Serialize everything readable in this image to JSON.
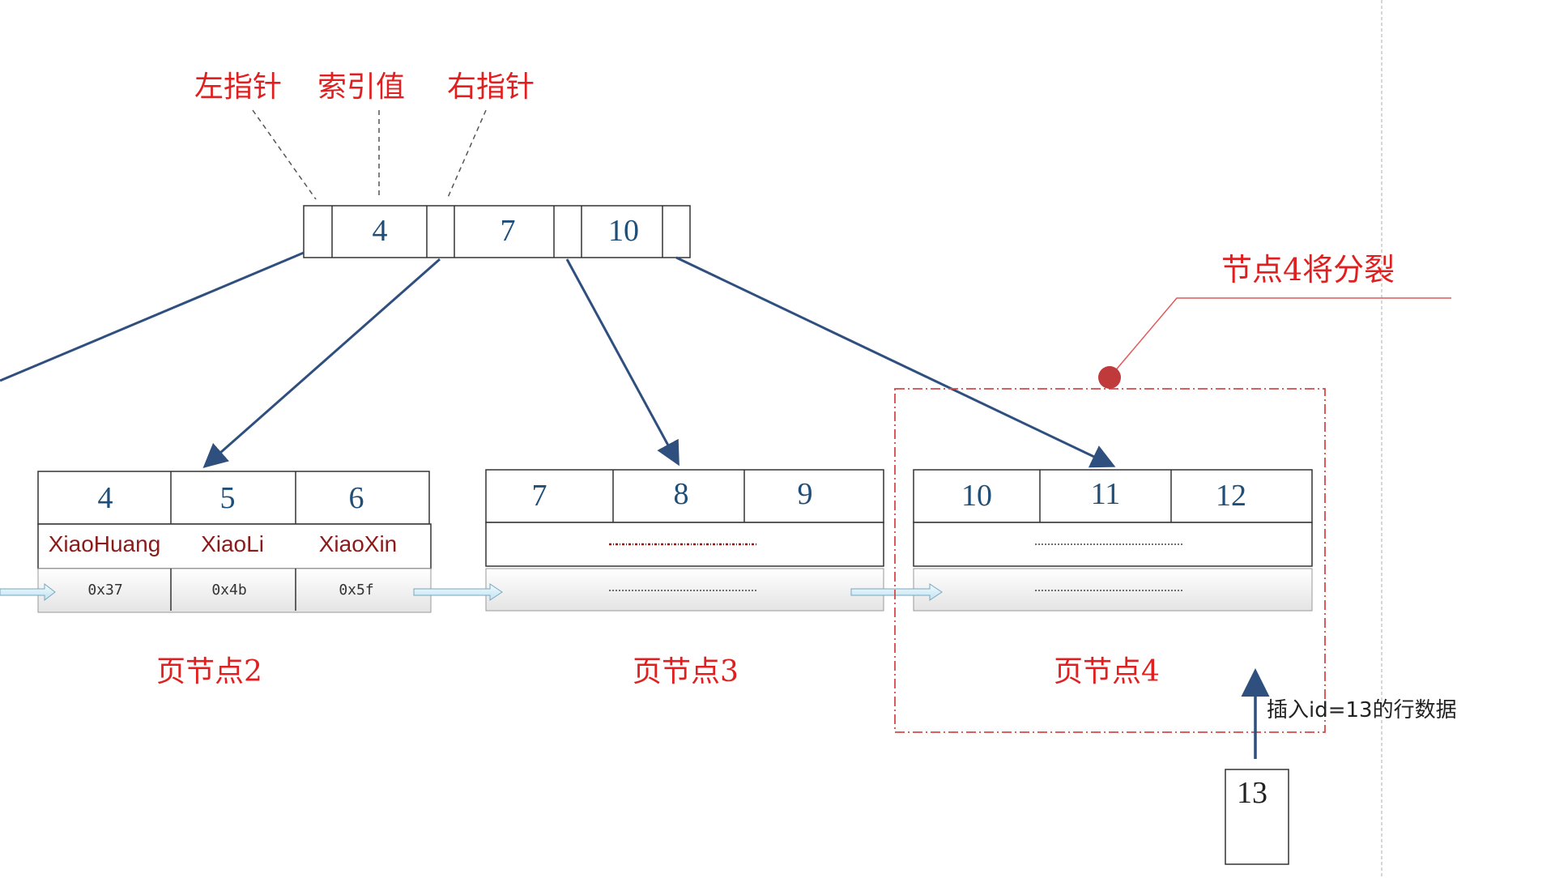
{
  "labels": {
    "left_pointer": "左指针",
    "index_value": "索引值",
    "right_pointer": "右指针",
    "split_note": "节点4将分裂",
    "insert_note": "插入id=13的行数据"
  },
  "root_node": {
    "keys": [
      "4",
      "7",
      "10"
    ]
  },
  "leaf_nodes": [
    {
      "title": "页节点2",
      "keys": [
        "4",
        "5",
        "6"
      ],
      "names": [
        "XiaoHuang",
        "XiaoLi",
        "XiaoXin"
      ],
      "addresses": [
        "0x37",
        "0x4b",
        "0x5f"
      ]
    },
    {
      "title": "页节点3",
      "keys": [
        "7",
        "8",
        "9"
      ]
    },
    {
      "title": "页节点4",
      "keys": [
        "10",
        "11",
        "12"
      ]
    }
  ],
  "insert_box": {
    "value": "13"
  },
  "colors": {
    "red": "#e02020",
    "blue": "#1f4e79",
    "arrow": "#2f4f7f",
    "splitbox": "#d44a4a"
  }
}
